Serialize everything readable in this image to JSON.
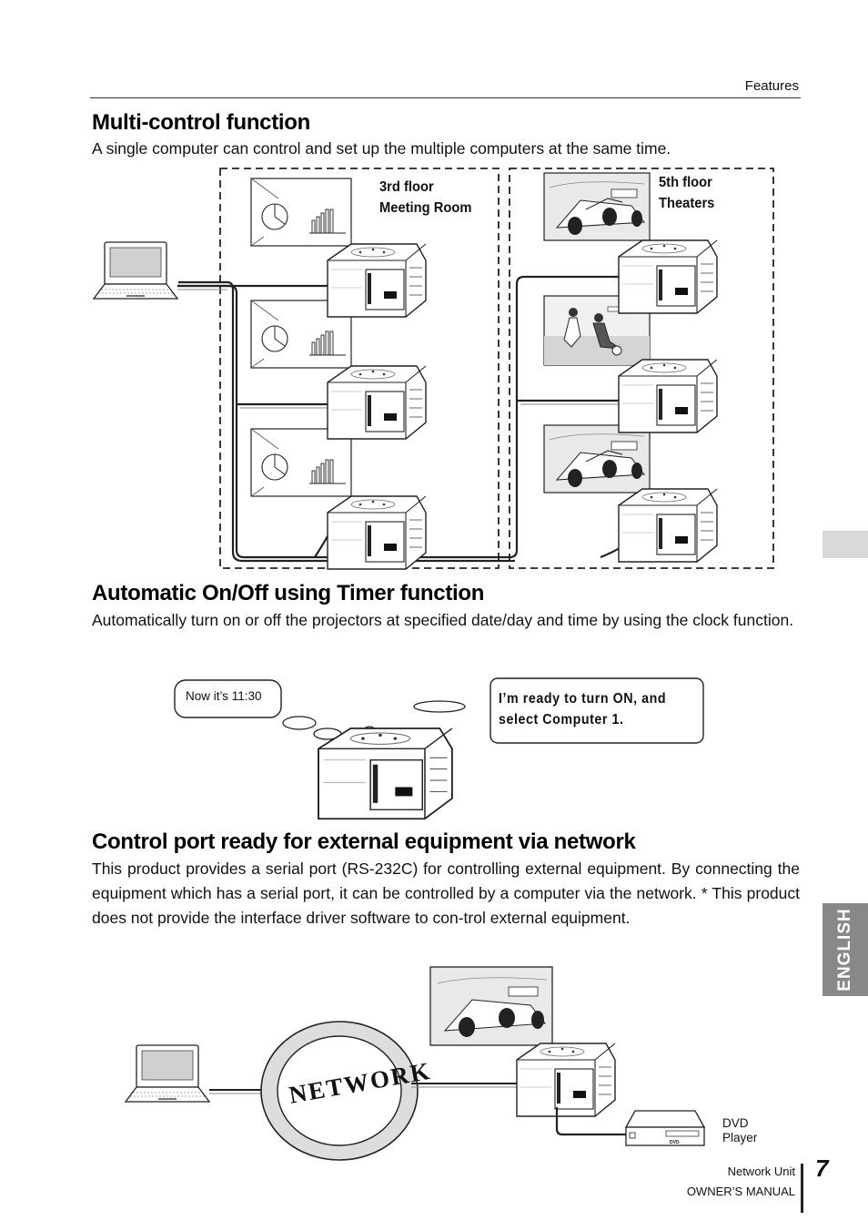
{
  "header": {
    "section_label": "Features"
  },
  "section1": {
    "title": "Multi-control function",
    "body": "A single computer can control and set up the multiple computers at the same time.",
    "label_left": [
      "3rd floor",
      "Meeting Room"
    ],
    "label_right": [
      "5th floor",
      "Theaters"
    ]
  },
  "section2": {
    "title": "Automatic On/Off using Timer function",
    "body": "Automatically turn on or off the projectors at specified date/day and time by using the clock function.",
    "bubble_time": "Now it’s 11:30",
    "bubble_speech": "I’m ready to turn ON, and select Computer 1."
  },
  "section3": {
    "title": "Control port ready for external equipment via network",
    "body": "This product provides a serial port (RS-232C) for controlling external equipment. By connecting the equipment which has a serial port, it can be controlled by a computer via the network. * This product does not provide the interface driver software to con-trol external equipment.",
    "network_label": "NETWORK",
    "dvd_label": [
      "DVD",
      "Player"
    ],
    "dvd_device_text": "DVD"
  },
  "side_tab": {
    "language": "ENGLISH"
  },
  "footer": {
    "line1": "Network Unit",
    "line2": "OWNER’S MANUAL",
    "page_number": "7"
  }
}
